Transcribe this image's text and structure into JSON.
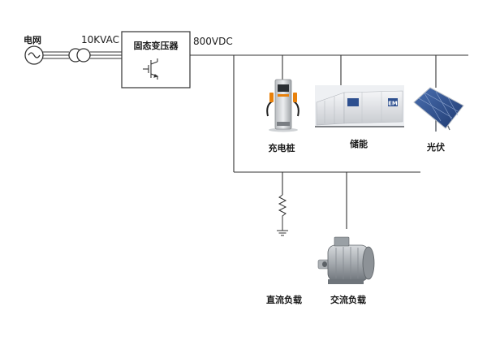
{
  "diagram": {
    "grid_label": "电网",
    "input_voltage": "10KVAC",
    "transformer_label": "固态变压器",
    "dc_bus_voltage": "800VDC",
    "loads": {
      "charger": "充电桩",
      "storage": "储能",
      "solar": "光伏",
      "dc_load": "直流负载",
      "ac_load": "交流负载"
    },
    "storage_badge": "EM"
  },
  "colors": {
    "line": "#333333",
    "text": "#1a1a1a",
    "panel_blue": "#2d4f8f"
  }
}
